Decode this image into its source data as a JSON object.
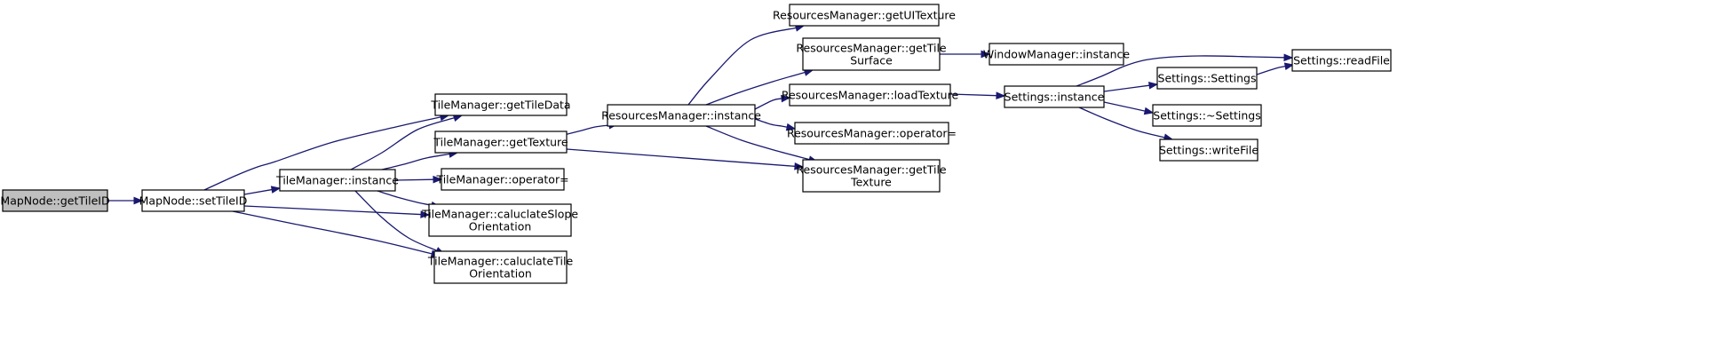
{
  "diagram": {
    "type": "call-graph",
    "edge_color": "#191970",
    "root_fill": "#bfbfbf",
    "nodes": [
      {
        "id": "n0",
        "lines": [
          "MapNode::getTileID"
        ],
        "root": true
      },
      {
        "id": "n1",
        "lines": [
          "MapNode::setTileID"
        ]
      },
      {
        "id": "n2",
        "lines": [
          "TileManager::instance"
        ]
      },
      {
        "id": "n3",
        "lines": [
          "TileManager::getTileData"
        ]
      },
      {
        "id": "n4",
        "lines": [
          "TileManager::getTexture"
        ]
      },
      {
        "id": "n5",
        "lines": [
          "TileManager::operator="
        ]
      },
      {
        "id": "n6",
        "lines": [
          "TileManager::caluclateSlope",
          "Orientation"
        ]
      },
      {
        "id": "n7",
        "lines": [
          "TileManager::caluclateTile",
          "Orientation"
        ]
      },
      {
        "id": "n8",
        "lines": [
          "ResourcesManager::instance"
        ]
      },
      {
        "id": "n9",
        "lines": [
          "ResourcesManager::getUITexture"
        ]
      },
      {
        "id": "n10",
        "lines": [
          "ResourcesManager::getTile",
          "Surface"
        ]
      },
      {
        "id": "n11",
        "lines": [
          "ResourcesManager::loadTexture"
        ]
      },
      {
        "id": "n12",
        "lines": [
          "ResourcesManager::operator="
        ]
      },
      {
        "id": "n13",
        "lines": [
          "ResourcesManager::getTile",
          "Texture"
        ]
      },
      {
        "id": "n14",
        "lines": [
          "WindowManager::instance"
        ]
      },
      {
        "id": "n15",
        "lines": [
          "Settings::instance"
        ]
      },
      {
        "id": "n16",
        "lines": [
          "Settings::readFile"
        ]
      },
      {
        "id": "n17",
        "lines": [
          "Settings::Settings"
        ]
      },
      {
        "id": "n18",
        "lines": [
          "Settings::~Settings"
        ]
      },
      {
        "id": "n19",
        "lines": [
          "Settings::writeFile"
        ]
      }
    ],
    "edges": [
      {
        "from": "n0",
        "to": "n1"
      },
      {
        "from": "n1",
        "to": "n2"
      },
      {
        "from": "n1",
        "to": "n3"
      },
      {
        "from": "n1",
        "to": "n6"
      },
      {
        "from": "n1",
        "to": "n7"
      },
      {
        "from": "n2",
        "to": "n3"
      },
      {
        "from": "n2",
        "to": "n4"
      },
      {
        "from": "n2",
        "to": "n5"
      },
      {
        "from": "n2",
        "to": "n6"
      },
      {
        "from": "n2",
        "to": "n7"
      },
      {
        "from": "n4",
        "to": "n8"
      },
      {
        "from": "n4",
        "to": "n13"
      },
      {
        "from": "n8",
        "to": "n9"
      },
      {
        "from": "n8",
        "to": "n10"
      },
      {
        "from": "n8",
        "to": "n11"
      },
      {
        "from": "n8",
        "to": "n12"
      },
      {
        "from": "n8",
        "to": "n13"
      },
      {
        "from": "n10",
        "to": "n14"
      },
      {
        "from": "n11",
        "to": "n15"
      },
      {
        "from": "n15",
        "to": "n16"
      },
      {
        "from": "n15",
        "to": "n17"
      },
      {
        "from": "n15",
        "to": "n18"
      },
      {
        "from": "n15",
        "to": "n19"
      },
      {
        "from": "n17",
        "to": "n16"
      }
    ]
  }
}
